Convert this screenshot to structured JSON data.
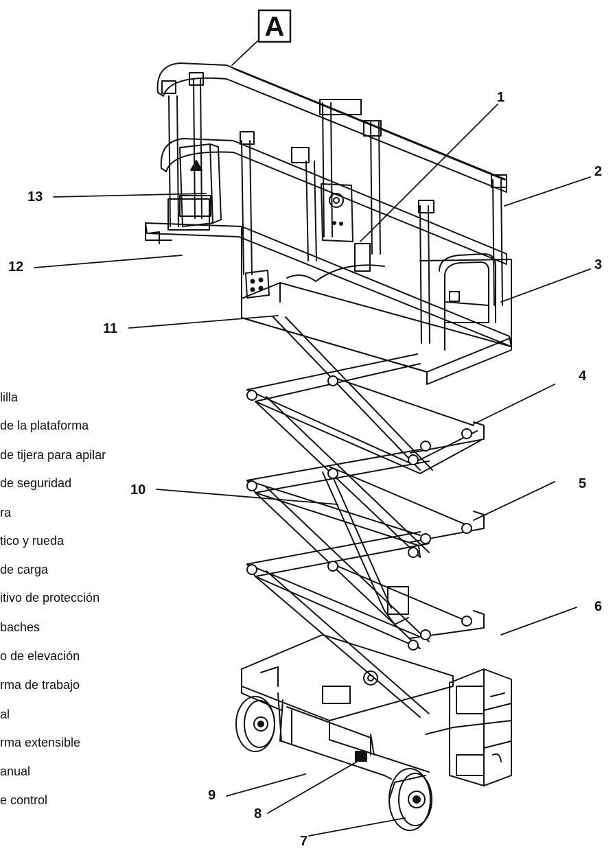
{
  "section_label": "A",
  "callouts": [
    "1",
    "2",
    "3",
    "4",
    "5",
    "6",
    "7",
    "8",
    "9",
    "10",
    "11",
    "12",
    "13"
  ],
  "legend": [
    "lilla",
    "de la plataforma",
    "de tijera para apilar",
    "de seguridad",
    "ra",
    "tico y rueda",
    "de carga",
    "itivo de protección",
    "baches",
    "o de elevación",
    "rma de trabajo",
    "al",
    "rma extensible",
    "anual",
    "e control"
  ]
}
